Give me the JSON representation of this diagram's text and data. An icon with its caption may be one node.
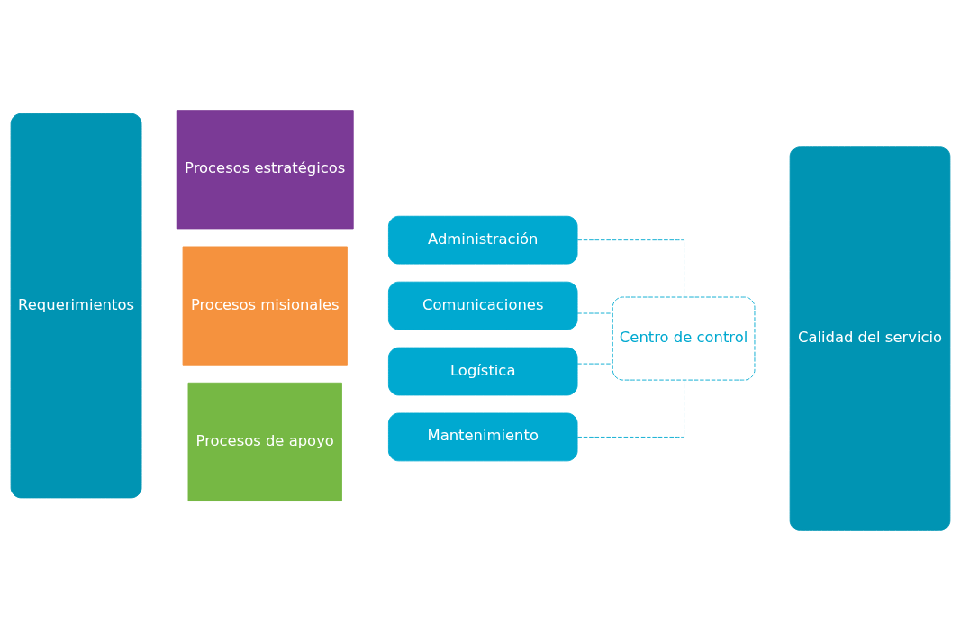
{
  "diagram": {
    "nodes": [
      {
        "text": [
          "Requerimientos"
        ]
      },
      {
        "text": [
          "Procesos estratégicos"
        ]
      },
      {
        "text": [
          "Procesos misionales"
        ]
      },
      {
        "text": [
          "Procesos de apoyo"
        ]
      },
      {
        "text": [
          "Administración"
        ]
      },
      {
        "text": [
          "Comunicaciones"
        ]
      },
      {
        "text": [
          "Logística"
        ]
      },
      {
        "text": [
          "Mantenimiento"
        ]
      },
      {
        "text": [
          "Centro de control"
        ]
      },
      {
        "text": [
          "Calidad del servicio"
        ]
      }
    ],
    "edges": [
      {
        "from": 4,
        "to": 8,
        "arrow": "none",
        "style": "dashed"
      },
      {
        "from": 5,
        "to": 8,
        "arrow": "none",
        "style": "dashed"
      },
      {
        "from": 6,
        "to": 8,
        "arrow": "none",
        "style": "dashed"
      },
      {
        "from": 7,
        "to": 8,
        "arrow": "none",
        "style": "dashed"
      }
    ]
  }
}
